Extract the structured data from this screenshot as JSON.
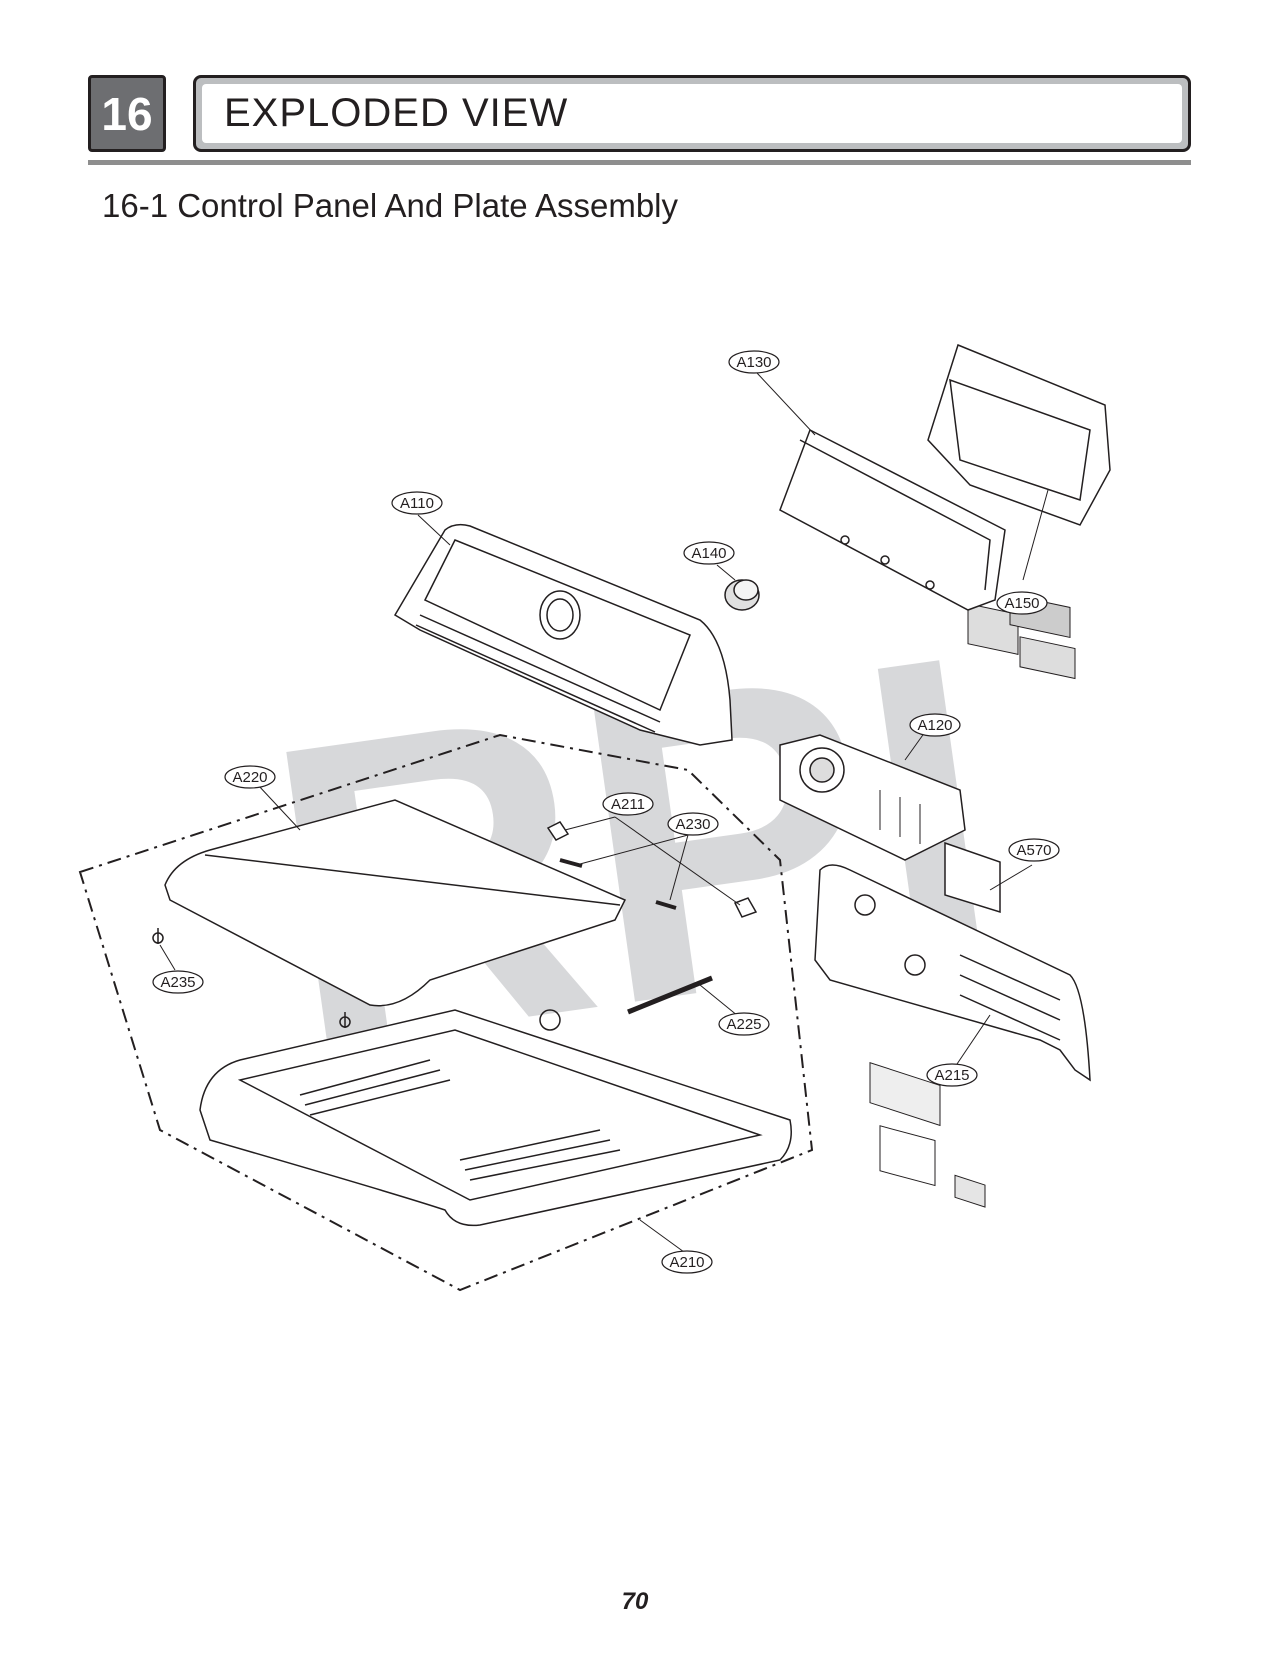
{
  "header": {
    "section_number": "16",
    "section_title": "EXPLODED VIEW"
  },
  "subtitle": "16-1 Control Panel And Plate Assembly",
  "watermark": "RPI",
  "callouts": {
    "a130": "A130",
    "a150": "A150",
    "a110": "A110",
    "a140": "A140",
    "a120": "A120",
    "a220": "A220",
    "a211": "A211",
    "a230": "A230",
    "a570": "A570",
    "a235": "A235",
    "a225": "A225",
    "a215": "A215",
    "a210": "A210"
  },
  "page_number": "70"
}
